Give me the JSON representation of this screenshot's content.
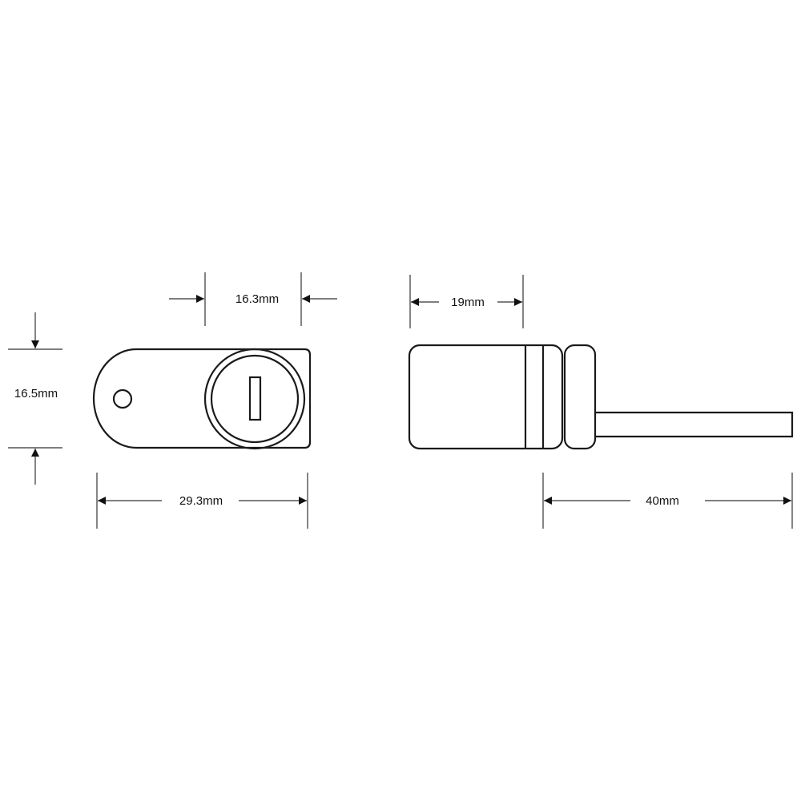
{
  "dimensions": {
    "lock_front_height": "16.5mm",
    "lock_face_width": "16.3mm",
    "lock_front_length": "29.3mm",
    "lock_body_length": "19mm",
    "shaft_length": "40mm"
  },
  "colors": {
    "line": "#1a1a1a",
    "background": "#ffffff"
  }
}
